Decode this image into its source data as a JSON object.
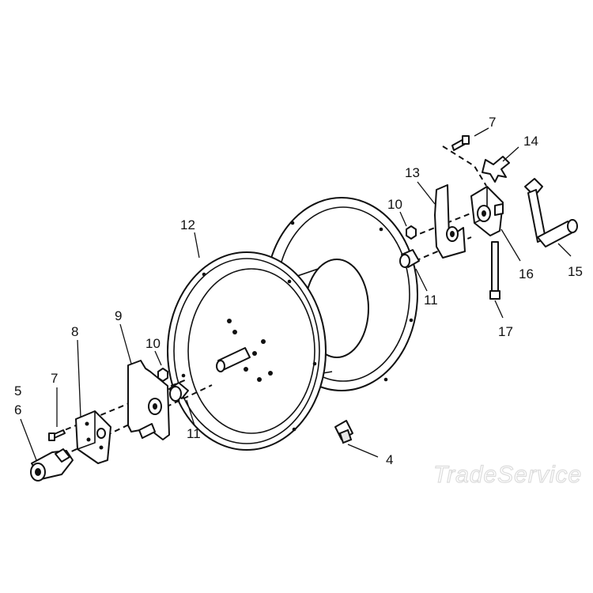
{
  "diagram": {
    "watermark": "TradeService",
    "callouts": {
      "c4": "4",
      "c5": "5",
      "c6": "6",
      "c7a": "7",
      "c7b": "7",
      "c8": "8",
      "c9": "9",
      "c10a": "10",
      "c10b": "10",
      "c11a": "11",
      "c11b": "11",
      "c12": "12",
      "c13": "13",
      "c14": "14",
      "c15": "15",
      "c16": "16",
      "c17": "17"
    }
  }
}
